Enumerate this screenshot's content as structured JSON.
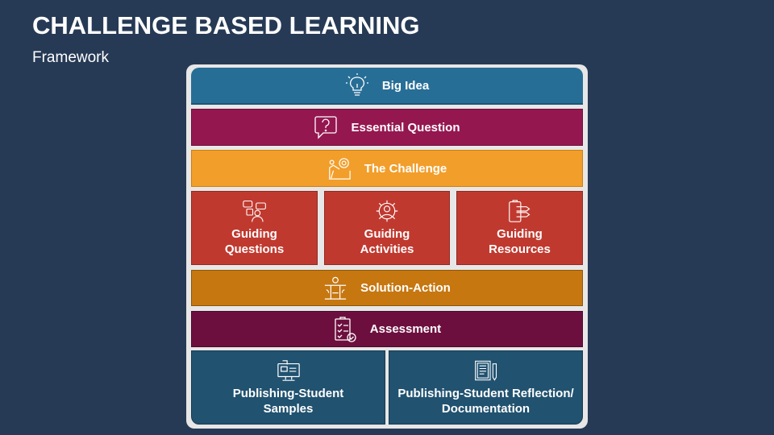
{
  "header": {
    "title": "CHALLENGE BASED LEARNING",
    "subtitle": "Framework"
  },
  "colors": {
    "background": "#263a55",
    "frame": "#e7e7e7",
    "big_idea": "#276e96",
    "essential_question": "#951750",
    "challenge": "#f29e2a",
    "guiding": "#c0392f",
    "solution_action": "#c67710",
    "assessment": "#6d0f3e",
    "publishing": "#215270"
  },
  "blocks": {
    "big_idea": {
      "label": "Big Idea",
      "icon": "lightbulb-icon"
    },
    "essential_question": {
      "label": "Essential Question",
      "icon": "question-bubble-icon"
    },
    "challenge": {
      "label": "The Challenge",
      "icon": "person-climbing-gear-icon"
    },
    "guiding": [
      {
        "line1": "Guiding",
        "line2": "Questions",
        "icon": "discussion-icon"
      },
      {
        "line1": "Guiding",
        "line2": "Activities",
        "icon": "gear-person-icon"
      },
      {
        "line1": "Guiding",
        "line2": "Resources",
        "icon": "clipboard-arrows-icon"
      }
    ],
    "solution_action": {
      "label": "Solution-Action",
      "icon": "person-action-icon"
    },
    "assessment": {
      "label": "Assessment",
      "icon": "checklist-icon"
    },
    "publishing": [
      {
        "line1": "Publishing-Student",
        "line2": "Samples",
        "icon": "monitor-media-icon"
      },
      {
        "line1": "Publishing-Student Reflection/",
        "line2": "Documentation",
        "icon": "document-pencil-icon"
      }
    ]
  }
}
